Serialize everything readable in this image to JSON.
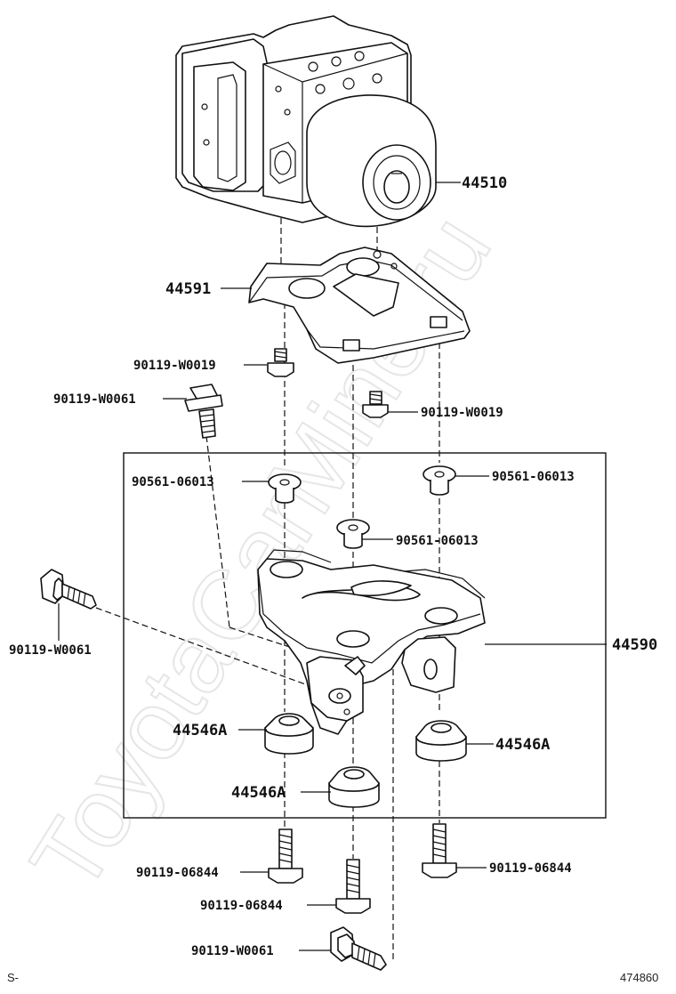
{
  "watermark": "ToyotaCarMine.ru",
  "labels": {
    "p44510": "44510",
    "p44591": "44591",
    "p90119_w0019_a": "90119-W0019",
    "p90119_w0061_a": "90119-W0061",
    "p90119_w0019_b": "90119-W0019",
    "p90561_06013_a": "90561-06013",
    "p90561_06013_b": "90561-06013",
    "p90561_06013_c": "90561-06013",
    "p90119_w0061_b": "90119-W0061",
    "p44590": "44590",
    "p44546a_a": "44546A",
    "p44546a_b": "44546A",
    "p44546a_c": "44546A",
    "p90119_06844_a": "90119-06844",
    "p90119_06844_b": "90119-06844",
    "p90119_06844_c": "90119-06844",
    "p90119_w0061_c": "90119-W0061"
  },
  "footer": {
    "left": "S-",
    "right": "474860"
  }
}
